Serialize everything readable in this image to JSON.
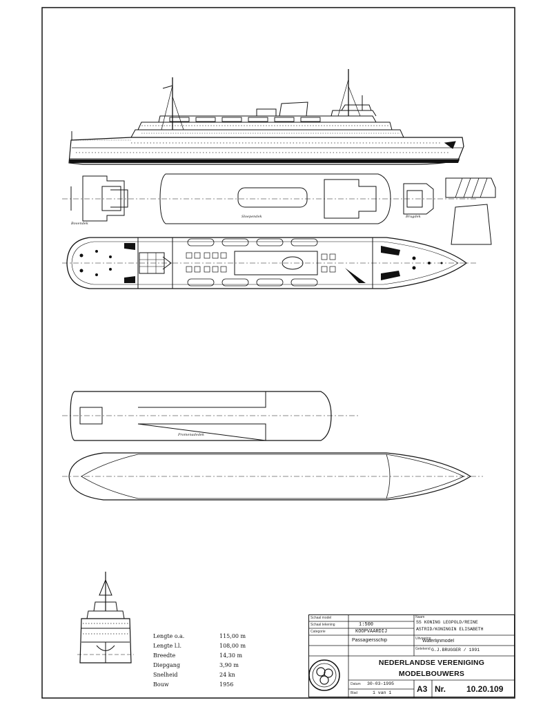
{
  "drawing": {
    "view_labels": {
      "upper_deck": "Bovendek",
      "boat_deck": "Sloependek",
      "mid_label": "Brugdek",
      "promenade_deck": "Promenadedek"
    },
    "specs": [
      {
        "label": "Lengte o.a.",
        "value": "115,00 m"
      },
      {
        "label": "Lengte l.l.",
        "value": "108,00 m"
      },
      {
        "label": "Breedte",
        "value": "14,30 m"
      },
      {
        "label": "Diepgang",
        "value": "3,90 m"
      },
      {
        "label": "Snelheid",
        "value": "24 kn"
      },
      {
        "label": "Bouw",
        "value": "1956"
      }
    ]
  },
  "title_block": {
    "small_labels": [
      "Schaal model",
      "Schaal tekening",
      "Categorie",
      "Naam",
      "Uitvoering",
      "Getekend"
    ],
    "scale": "1:500",
    "category": "KOOPVAARDIJ",
    "type": "Passagiersschip",
    "ship_name_line1": "SS KONING LEOPOLD/REINE",
    "ship_name_line2": "ASTRID/KONINGIN ELISABETH",
    "model_type": "Waterlijnmodel",
    "drawn_by": "G.J.BRUGGER / 1991",
    "org_line1": "NEDERLANDSE VERENIGING",
    "org_line2": "MODELBOUWERS",
    "date_label": "Datum",
    "date": "30-03-1995",
    "sheet_label": "Blad",
    "sheet": "1 van 1",
    "format": "A3",
    "nr_label": "Nr.",
    "nr": "10.20.109"
  }
}
